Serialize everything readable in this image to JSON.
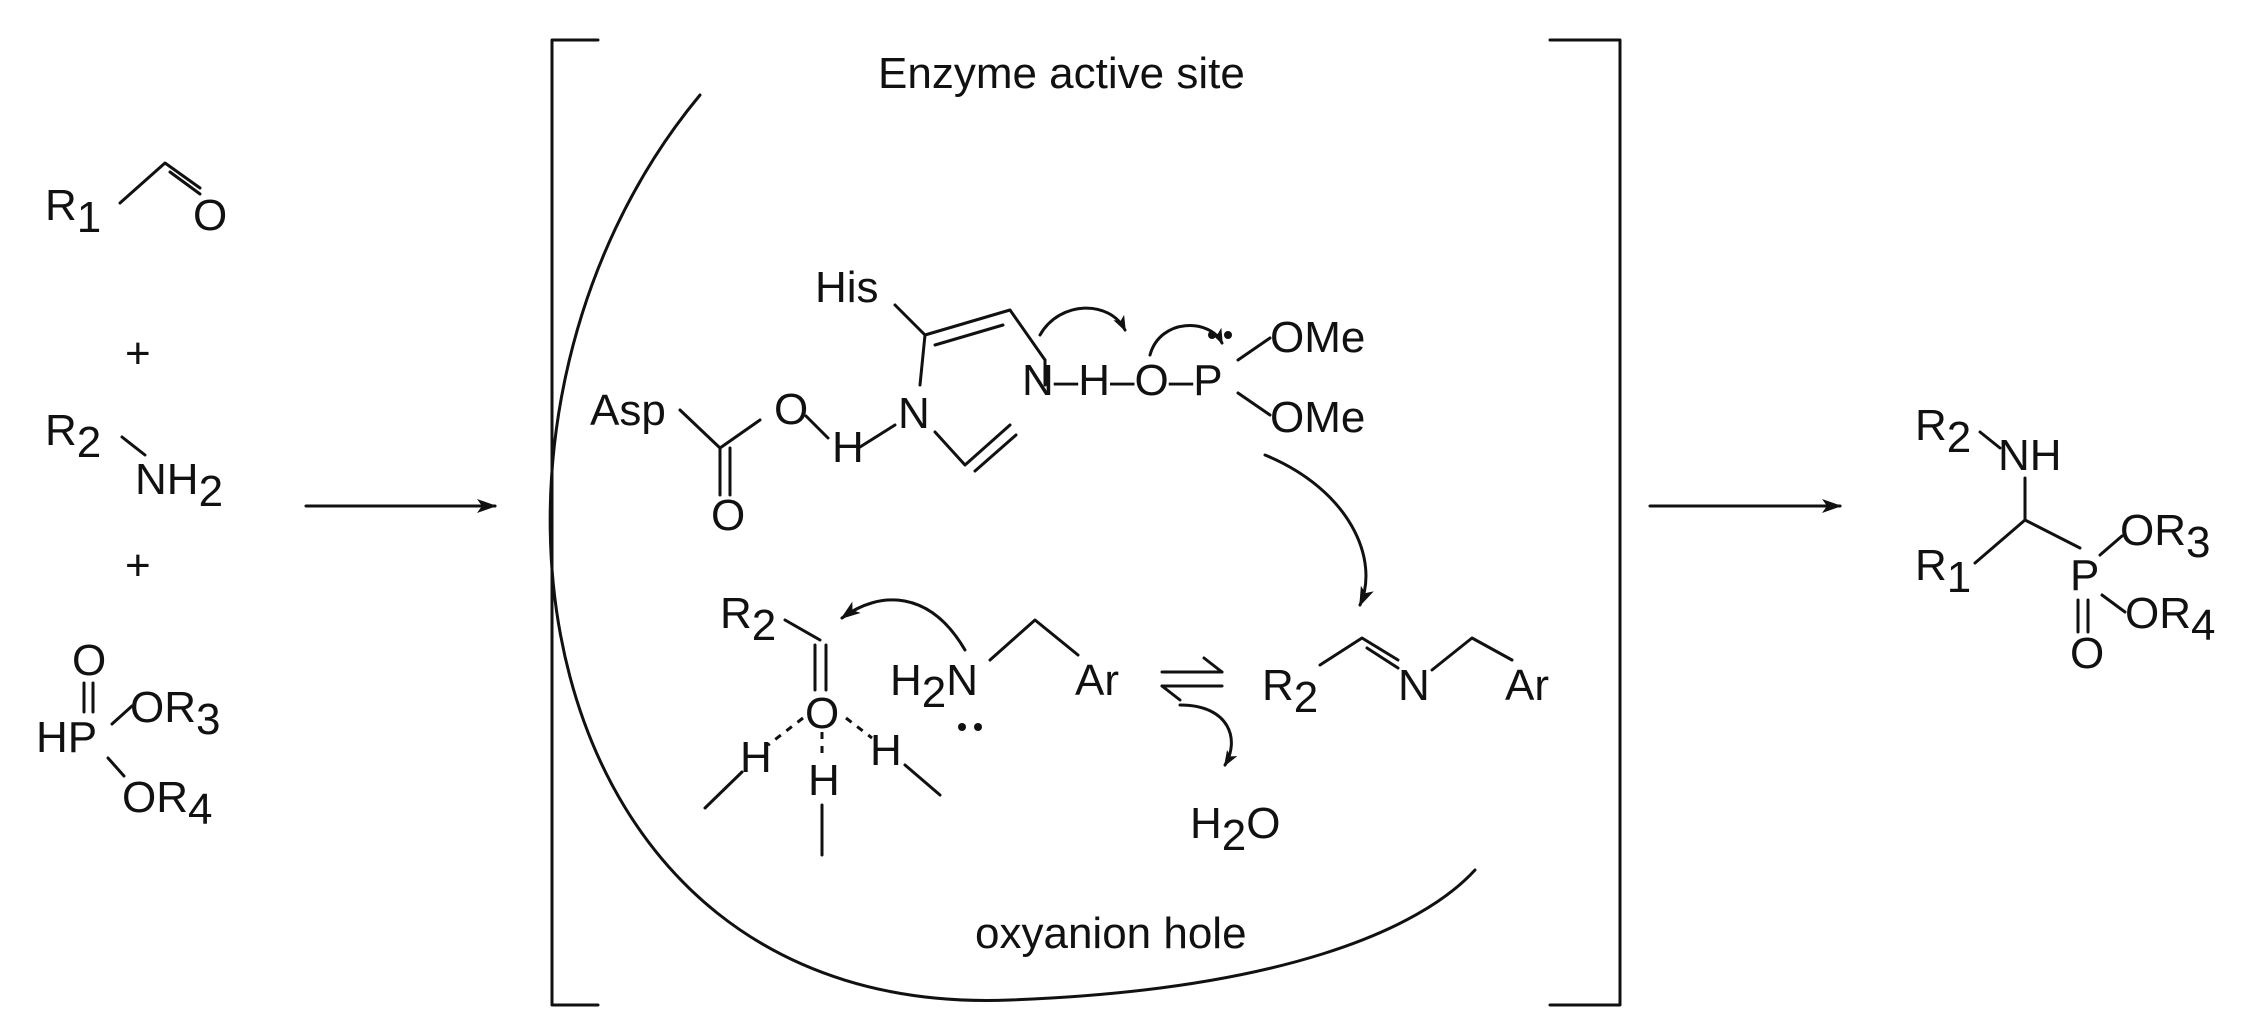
{
  "title": "Enzyme active site",
  "pocket_label": "oxyanion hole",
  "reactants": {
    "aldehyde": {
      "r": "R",
      "r_sub": "1",
      "o": "O"
    },
    "plus": "+",
    "amine": {
      "r": "R",
      "r_sub": "2",
      "n": "NH",
      "n_sub": "2"
    },
    "phosphite": {
      "o": "O",
      "hp": "HP",
      "or3": "OR",
      "or3_sub": "3",
      "or4": "OR",
      "or4_sub": "4"
    }
  },
  "active_site": {
    "asp": "Asp",
    "asp_o_carbonyl": "O",
    "asp_o_h": "O",
    "h_bridge": "H",
    "his": "His",
    "imid_n1": "N",
    "imid_n3_h": "N–H–O–P",
    "ome_1": "OMe",
    "ome_2": "OMe",
    "aldehyde_r": "R",
    "aldehyde_r_sub": "2",
    "carbonyl_o": "O",
    "h_left": "H",
    "h_mid": "H",
    "h_right": "H",
    "amine_h": "H",
    "amine_sub": "2",
    "amine_n": "N",
    "amine_ar": "Ar",
    "imine_r": "R",
    "imine_r_sub": "2",
    "imine_n": "N",
    "imine_ar": "Ar",
    "water_h": "H",
    "water_sub": "2",
    "water_o": "O"
  },
  "product": {
    "r2": "R",
    "r2_sub": "2",
    "nh": "NH",
    "r1": "R",
    "r1_sub": "1",
    "p": "P",
    "p_o": "O",
    "or3": "OR",
    "or3_sub": "3",
    "or4": "OR",
    "or4_sub": "4"
  }
}
